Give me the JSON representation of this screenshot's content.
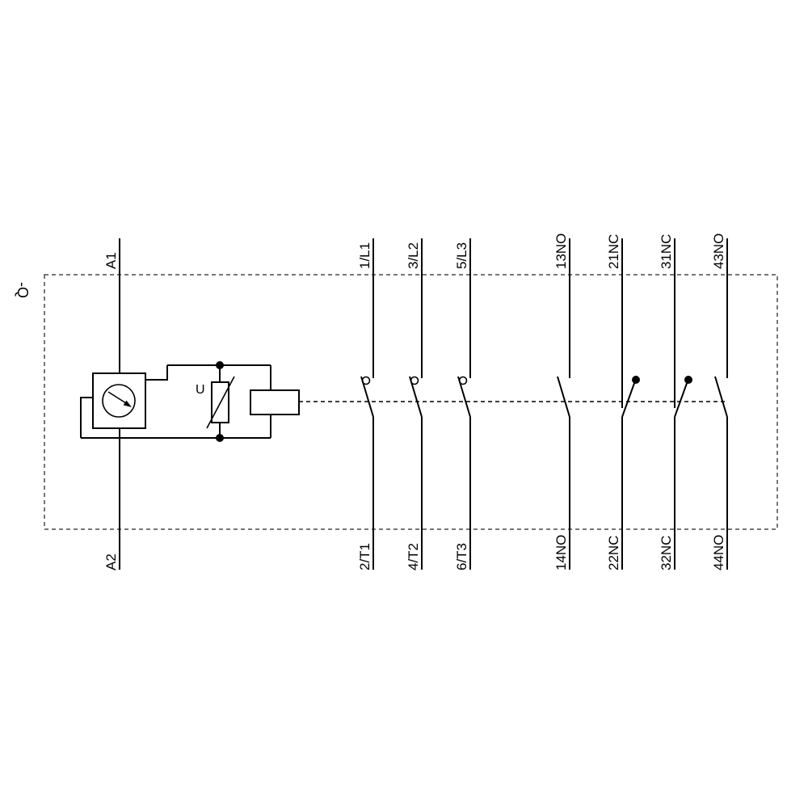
{
  "diagram": {
    "reference_label": "-Q",
    "coil": {
      "terminal_top": "A1",
      "terminal_bottom": "A2",
      "suppressor_label": "U"
    },
    "main_contacts": [
      {
        "top": "1/L1",
        "bottom": "2/T1"
      },
      {
        "top": "3/L2",
        "bottom": "4/T2"
      },
      {
        "top": "5/L3",
        "bottom": "6/T3"
      }
    ],
    "aux_contacts": [
      {
        "top": "13NO",
        "bottom": "14NO",
        "type": "NO"
      },
      {
        "top": "21NC",
        "bottom": "22NC",
        "type": "NC"
      },
      {
        "top": "31NC",
        "bottom": "32NC",
        "type": "NC"
      },
      {
        "top": "43NO",
        "bottom": "44NO",
        "type": "NO"
      }
    ],
    "colors": {
      "line": "#000000",
      "border": "#4a4a4a",
      "background": "#ffffff"
    }
  }
}
